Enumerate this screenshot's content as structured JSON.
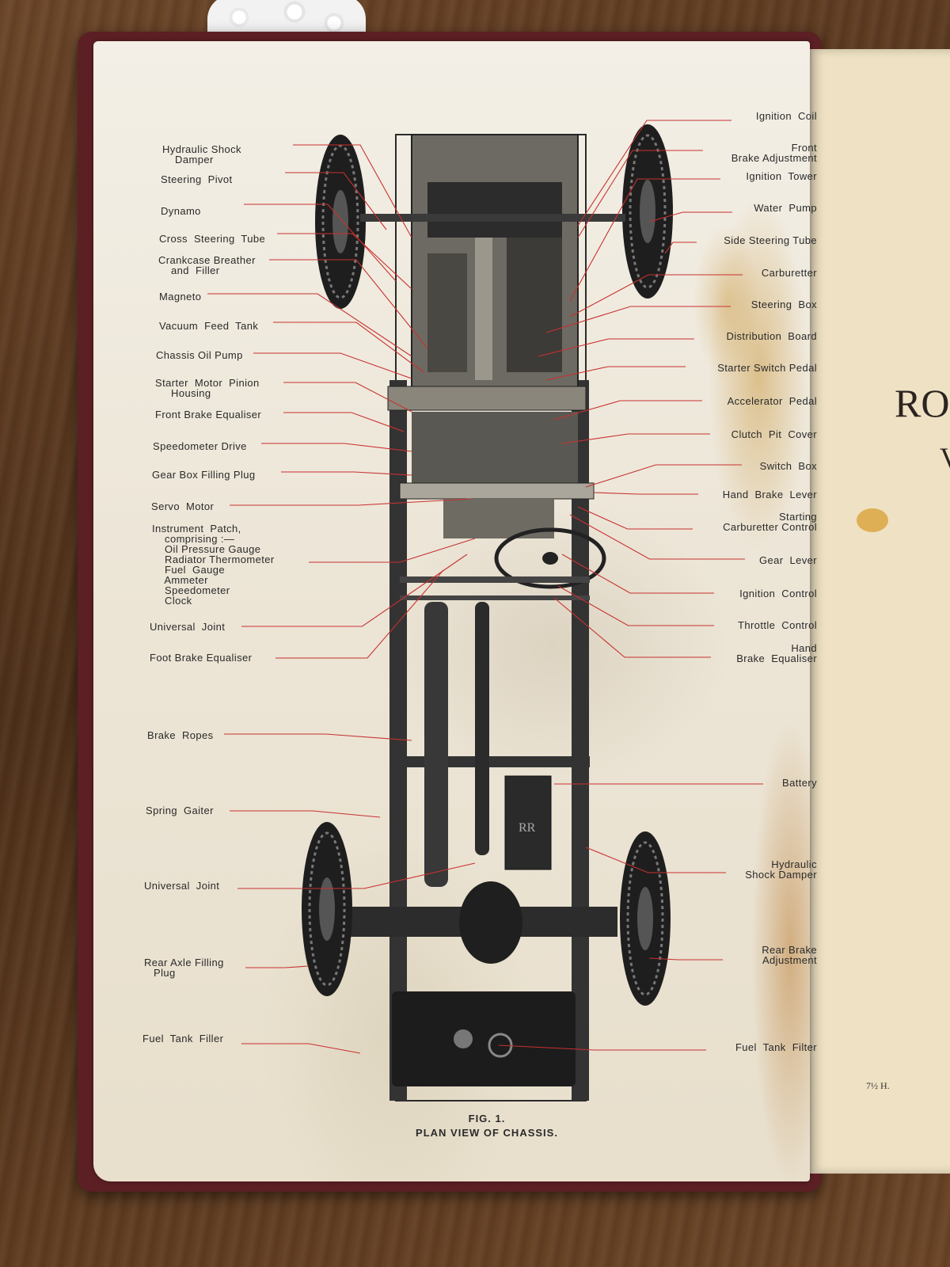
{
  "left_labels": [
    {
      "id": "hydraulic-shock-damper-front",
      "text": "Hydraulic Shock\n    Damper"
    },
    {
      "id": "steering-pivot",
      "text": "Steering  Pivot"
    },
    {
      "id": "dynamo",
      "text": "Dynamo"
    },
    {
      "id": "cross-steering-tube",
      "text": "Cross  Steering  Tube"
    },
    {
      "id": "crankcase-breather",
      "text": "Crankcase Breather\n    and  Filler"
    },
    {
      "id": "magneto",
      "text": "Magneto"
    },
    {
      "id": "vacuum-feed-tank",
      "text": "Vacuum  Feed  Tank"
    },
    {
      "id": "chassis-oil-pump",
      "text": "Chassis Oil Pump"
    },
    {
      "id": "starter-motor-pinion",
      "text": "Starter  Motor  Pinion\n     Housing"
    },
    {
      "id": "front-brake-equaliser",
      "text": "Front Brake Equaliser"
    },
    {
      "id": "speedometer-drive",
      "text": "Speedometer Drive"
    },
    {
      "id": "gear-box-filling-plug",
      "text": "Gear Box Filling Plug"
    },
    {
      "id": "servo-motor",
      "text": "Servo  Motor"
    },
    {
      "id": "instrument-patch",
      "text": "Instrument  Patch,\n    comprising :—\n    Oil Pressure Gauge\n    Radiator Thermometer\n    Fuel  Gauge\n    Ammeter\n    Speedometer\n    Clock"
    },
    {
      "id": "universal-joint-front",
      "text": "Universal  Joint"
    },
    {
      "id": "foot-brake-equaliser",
      "text": "Foot Brake Equaliser"
    },
    {
      "id": "brake-ropes",
      "text": "Brake  Ropes"
    },
    {
      "id": "spring-gaiter",
      "text": "Spring  Gaiter"
    },
    {
      "id": "universal-joint-rear",
      "text": "Universal  Joint"
    },
    {
      "id": "rear-axle-filling-plug",
      "text": "Rear Axle Filling\n   Plug"
    },
    {
      "id": "fuel-tank-filler",
      "text": "Fuel  Tank  Filler"
    }
  ],
  "right_labels": [
    {
      "id": "ignition-coil",
      "text": "Ignition  Coil"
    },
    {
      "id": "front-brake-adjustment",
      "text": "Front\nBrake Adjustment"
    },
    {
      "id": "ignition-tower",
      "text": "Ignition  Tower"
    },
    {
      "id": "water-pump",
      "text": "Water  Pump"
    },
    {
      "id": "side-steering-tube",
      "text": "Side Steering Tube"
    },
    {
      "id": "carburetter",
      "text": "Carburetter"
    },
    {
      "id": "steering-box",
      "text": "Steering  Box"
    },
    {
      "id": "distribution-board",
      "text": "Distribution  Board"
    },
    {
      "id": "starter-switch-pedal",
      "text": "Starter Switch Pedal"
    },
    {
      "id": "accelerator-pedal",
      "text": "Accelerator  Pedal"
    },
    {
      "id": "clutch-pit-cover",
      "text": "Clutch  Pit  Cover"
    },
    {
      "id": "switch-box",
      "text": "Switch  Box"
    },
    {
      "id": "hand-brake-lever",
      "text": "Hand  Brake  Lever"
    },
    {
      "id": "starting-carburetter-control",
      "text": "Starting\nCarburetter Control"
    },
    {
      "id": "gear-lever",
      "text": "Gear  Lever"
    },
    {
      "id": "ignition-control",
      "text": "Ignition  Control"
    },
    {
      "id": "throttle-control",
      "text": "Throttle  Control"
    },
    {
      "id": "hand-brake-equaliser",
      "text": "Hand\nBrake  Equaliser"
    },
    {
      "id": "battery",
      "text": "Battery"
    },
    {
      "id": "hydraulic-shock-damper-rear",
      "text": "Hydraulic\n     Shock Damper"
    },
    {
      "id": "rear-brake-adjustment",
      "text": "Rear Brake\n   Adjustment"
    },
    {
      "id": "fuel-tank-filter",
      "text": "Fuel  Tank  Filter"
    }
  ],
  "caption": {
    "fig": "FIG. 1.",
    "title": "PLAN VIEW OF CHASSIS."
  },
  "right_page": {
    "letters": "RO",
    "sub": "V",
    "footnote": "7½ H."
  },
  "colors": {
    "leader": "#c8312f",
    "paper": "#efe9dc",
    "ink": "#2a2a2a"
  }
}
